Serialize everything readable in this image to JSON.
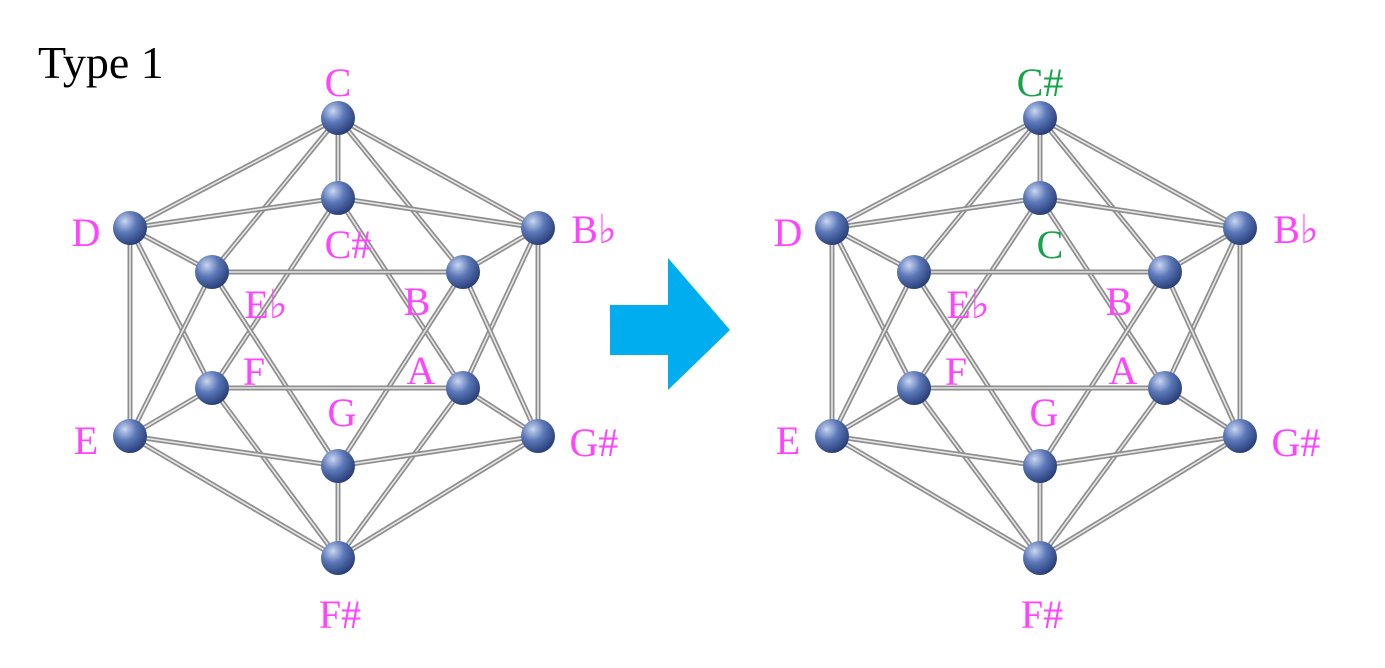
{
  "title": "Type 1",
  "colors": {
    "label_default": "#ff44ff",
    "label_swapped": "#16a34a",
    "arrow": "#00aeef",
    "node_light": "#c9d6f2",
    "node_mid": "#5c78b8",
    "node_dark": "#243a73"
  },
  "edges": [
    [
      "C",
      "D"
    ],
    [
      "C",
      "Bb"
    ],
    [
      "C",
      "C#"
    ],
    [
      "C",
      "Eb"
    ],
    [
      "C",
      "B"
    ],
    [
      "D",
      "C#"
    ],
    [
      "D",
      "Eb"
    ],
    [
      "D",
      "E"
    ],
    [
      "D",
      "F"
    ],
    [
      "Bb",
      "C#"
    ],
    [
      "Bb",
      "B"
    ],
    [
      "Bb",
      "G#"
    ],
    [
      "Bb",
      "A"
    ],
    [
      "C#",
      "F"
    ],
    [
      "C#",
      "A"
    ],
    [
      "Eb",
      "B"
    ],
    [
      "Eb",
      "E"
    ],
    [
      "Eb",
      "G"
    ],
    [
      "B",
      "G#"
    ],
    [
      "B",
      "G"
    ],
    [
      "F",
      "A"
    ],
    [
      "F",
      "E"
    ],
    [
      "F",
      "F#"
    ],
    [
      "A",
      "G#"
    ],
    [
      "A",
      "F#"
    ],
    [
      "E",
      "G"
    ],
    [
      "E",
      "F#"
    ],
    [
      "G#",
      "G"
    ],
    [
      "G#",
      "F#"
    ],
    [
      "G",
      "F#"
    ]
  ],
  "diagrams": [
    {
      "name": "before",
      "labels": [
        {
          "node": "C",
          "text": "C",
          "swapped": false
        },
        {
          "node": "C#",
          "text": "C#",
          "swapped": false
        },
        {
          "node": "D",
          "text": "D",
          "swapped": false
        },
        {
          "node": "Bb",
          "text": "B♭",
          "swapped": false
        },
        {
          "node": "Eb",
          "text": "E♭",
          "swapped": false
        },
        {
          "node": "B",
          "text": "B",
          "swapped": false
        },
        {
          "node": "F",
          "text": "F",
          "swapped": false
        },
        {
          "node": "A",
          "text": "A",
          "swapped": false
        },
        {
          "node": "E",
          "text": "E",
          "swapped": false
        },
        {
          "node": "G#",
          "text": "G#",
          "swapped": false
        },
        {
          "node": "G",
          "text": "G",
          "swapped": false
        },
        {
          "node": "F#",
          "text": "F#",
          "swapped": false
        }
      ]
    },
    {
      "name": "after",
      "labels": [
        {
          "node": "C",
          "text": "C#",
          "swapped": true
        },
        {
          "node": "C#",
          "text": "C",
          "swapped": true
        },
        {
          "node": "D",
          "text": "D",
          "swapped": false
        },
        {
          "node": "Bb",
          "text": "B♭",
          "swapped": false
        },
        {
          "node": "Eb",
          "text": "E♭",
          "swapped": false
        },
        {
          "node": "B",
          "text": "B",
          "swapped": false
        },
        {
          "node": "F",
          "text": "F",
          "swapped": false
        },
        {
          "node": "A",
          "text": "A",
          "swapped": false
        },
        {
          "node": "E",
          "text": "E",
          "swapped": false
        },
        {
          "node": "G#",
          "text": "G#",
          "swapped": false
        },
        {
          "node": "G",
          "text": "G",
          "swapped": false
        },
        {
          "node": "F#",
          "text": "F#",
          "swapped": false
        }
      ]
    }
  ]
}
